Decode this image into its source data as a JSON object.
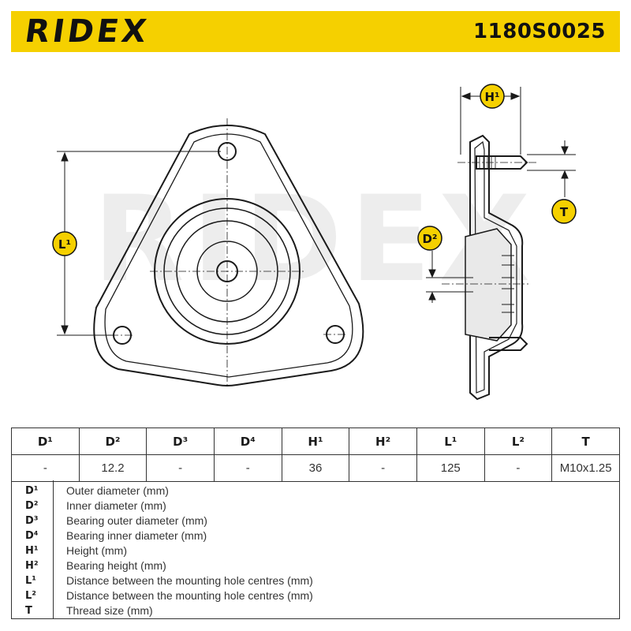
{
  "header": {
    "brand": "RIDEX",
    "part_number": "1180S0025",
    "background": "#f5d000"
  },
  "drawing": {
    "watermark": "RIDEX",
    "badges": {
      "l1": "L¹",
      "h1": "H¹",
      "t": "T",
      "d2": "D²"
    },
    "badge_color": "#f5d000"
  },
  "table": {
    "headers": [
      "D¹",
      "D²",
      "D³",
      "D⁴",
      "H¹",
      "H²",
      "L¹",
      "L²",
      "T"
    ],
    "values": [
      "-",
      "12.2",
      "-",
      "-",
      "36",
      "-",
      "125",
      "-",
      "M10x1.25"
    ]
  },
  "legend": [
    {
      "key": "D¹",
      "desc": "Outer diameter (mm)"
    },
    {
      "key": "D²",
      "desc": "Inner diameter (mm)"
    },
    {
      "key": "D³",
      "desc": "Bearing outer diameter (mm)"
    },
    {
      "key": "D⁴",
      "desc": "Bearing inner diameter (mm)"
    },
    {
      "key": "H¹",
      "desc": "Height (mm)"
    },
    {
      "key": "H²",
      "desc": "Bearing height (mm)"
    },
    {
      "key": "L¹",
      "desc": "Distance between the mounting hole centres (mm)"
    },
    {
      "key": "L²",
      "desc": "Distance between the mounting hole centres (mm)"
    },
    {
      "key": "T",
      "desc": "Thread size (mm)"
    }
  ]
}
